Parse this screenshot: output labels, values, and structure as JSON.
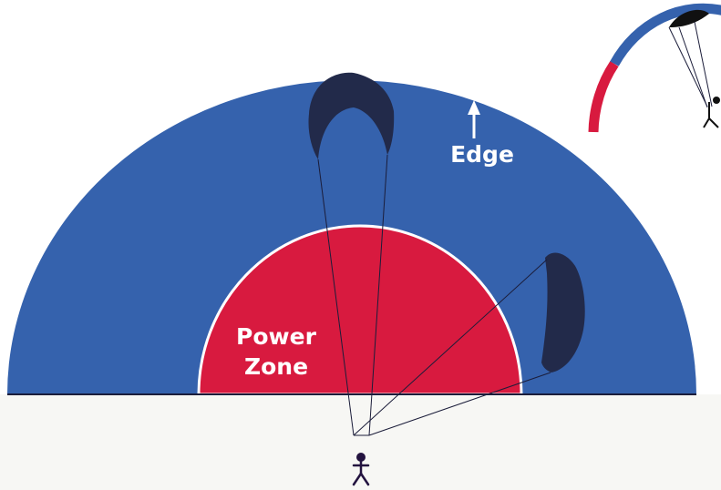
{
  "labels": {
    "power_zone_line1": "Power",
    "power_zone_line2": "Zone",
    "edge": "Edge"
  },
  "colors": {
    "window_blue": "#3562ad",
    "power_red": "#d81a3f",
    "kite_navy": "#222a4a",
    "ground": "#f7f7f4",
    "line": "#1b1d3a",
    "pilot": "#23133f"
  },
  "icons": [
    "up-arrow-icon",
    "kite-icon",
    "pilot-figure-icon"
  ]
}
